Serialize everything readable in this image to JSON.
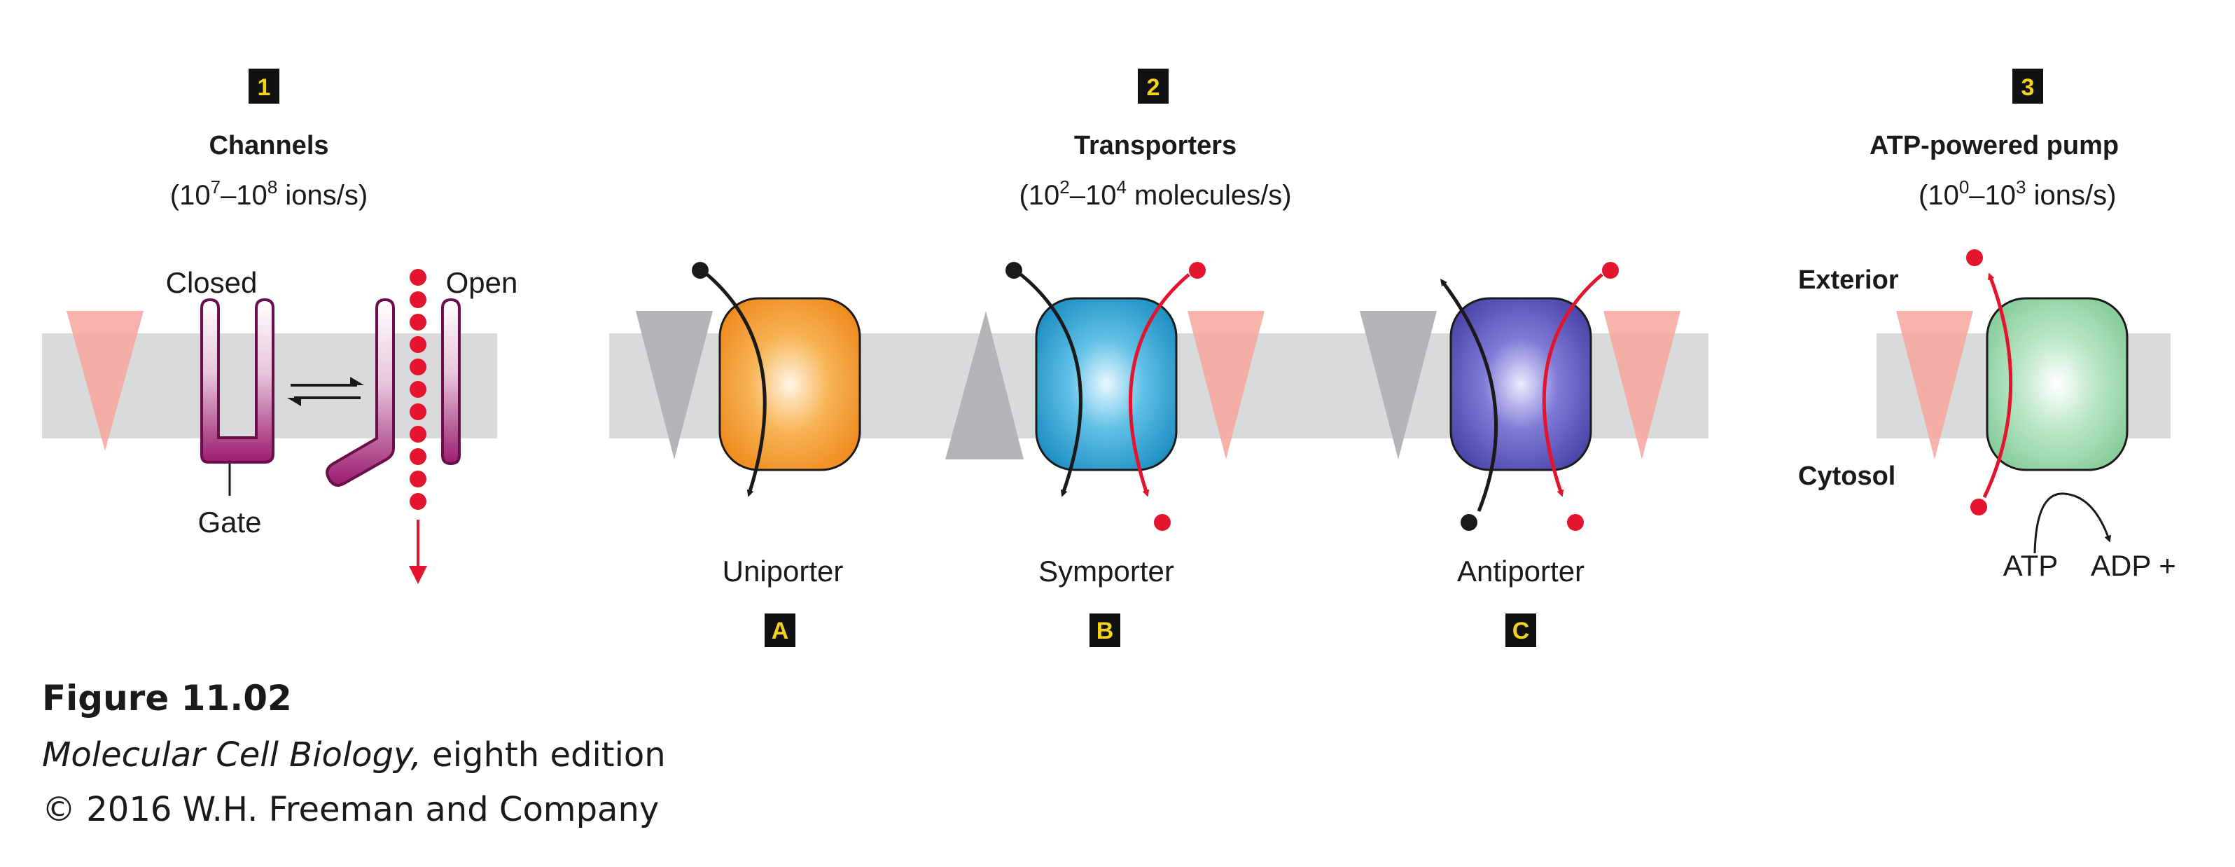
{
  "panels": {
    "channels": {
      "badge": "1",
      "title": "Channels",
      "rate_prefix": "(10",
      "rate_exp1": "7",
      "rate_mid": "–10",
      "rate_exp2": "8",
      "rate_suffix": " ions/s)",
      "closed_label": "Closed",
      "open_label": "Open",
      "gate_label": "Gate"
    },
    "transporters": {
      "badge": "2",
      "title": "Transporters",
      "rate_prefix": "(10",
      "rate_exp1": "2",
      "rate_mid": "–10",
      "rate_exp2": "4",
      "rate_suffix": " molecules/s)",
      "uniporter": {
        "label": "Uniporter",
        "badge": "A"
      },
      "symporter": {
        "label": "Symporter",
        "badge": "B"
      },
      "antiporter": {
        "label": "Antiporter",
        "badge": "C"
      }
    },
    "pumps": {
      "badge": "3",
      "title": "ATP-powered pump",
      "rate_prefix": "(10",
      "rate_exp1": "0",
      "rate_mid": "–10",
      "rate_exp2": "3",
      "rate_suffix": " ions/s)",
      "exterior_label": "Exterior",
      "cytosol_label": "Cytosol",
      "atp_label": "ATP",
      "adp_label": "ADP +"
    }
  },
  "caption": {
    "figure": "Figure 11.02",
    "book_title": "Molecular Cell Biology,",
    "edition": " eighth edition",
    "copyright": "© 2016 W.H. Freeman and Company"
  },
  "colors": {
    "membrane": "#d9dadb",
    "gradient_pink": "#f4a49c",
    "gradient_gray": "#b3b5b8",
    "ion_red": "#e3142d",
    "channel_magenta": "#9b1b6e",
    "uniporter_orange": "#f39a2a",
    "symporter_blue": "#2fa0cf",
    "antiporter_purple": "#5a55b5",
    "pump_green": "#8fd3a3",
    "badge_yellow": "#f2d21b"
  }
}
